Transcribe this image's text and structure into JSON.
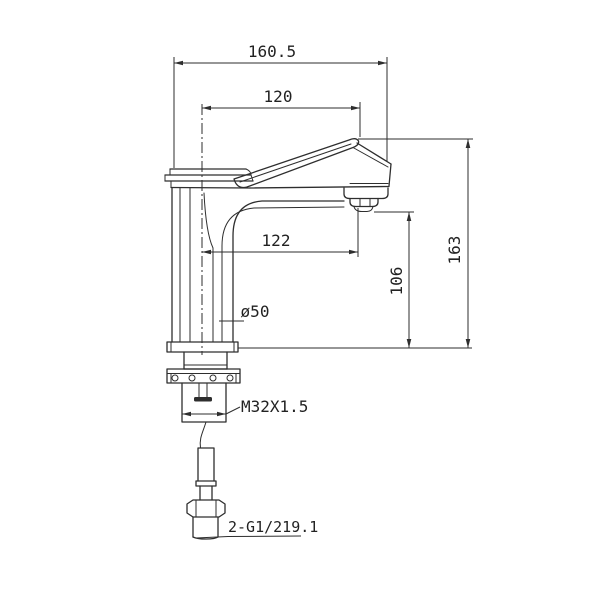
{
  "drawing": {
    "kind": "faucet-dimension-drawing",
    "dimensions": {
      "overall_width": "160.5",
      "handle_length": "120",
      "spout_reach": "122",
      "overall_height": "163",
      "spout_height": "106",
      "base_diameter": "ø50",
      "thread_spec": "M32X1.5",
      "inlet_spec": "2-G1/219.1"
    },
    "colors": {
      "line": "#2e2e2e",
      "background": "#ffffff"
    }
  }
}
